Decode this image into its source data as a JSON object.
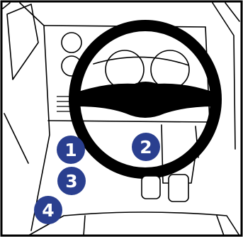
{
  "colors": {
    "badge": "#2a3f8f",
    "badge_text": "#ffffff",
    "outline": "#000000",
    "background": "#ffffff"
  },
  "callouts": [
    {
      "label": "1"
    },
    {
      "label": "2"
    },
    {
      "label": "3"
    },
    {
      "label": "4"
    }
  ]
}
